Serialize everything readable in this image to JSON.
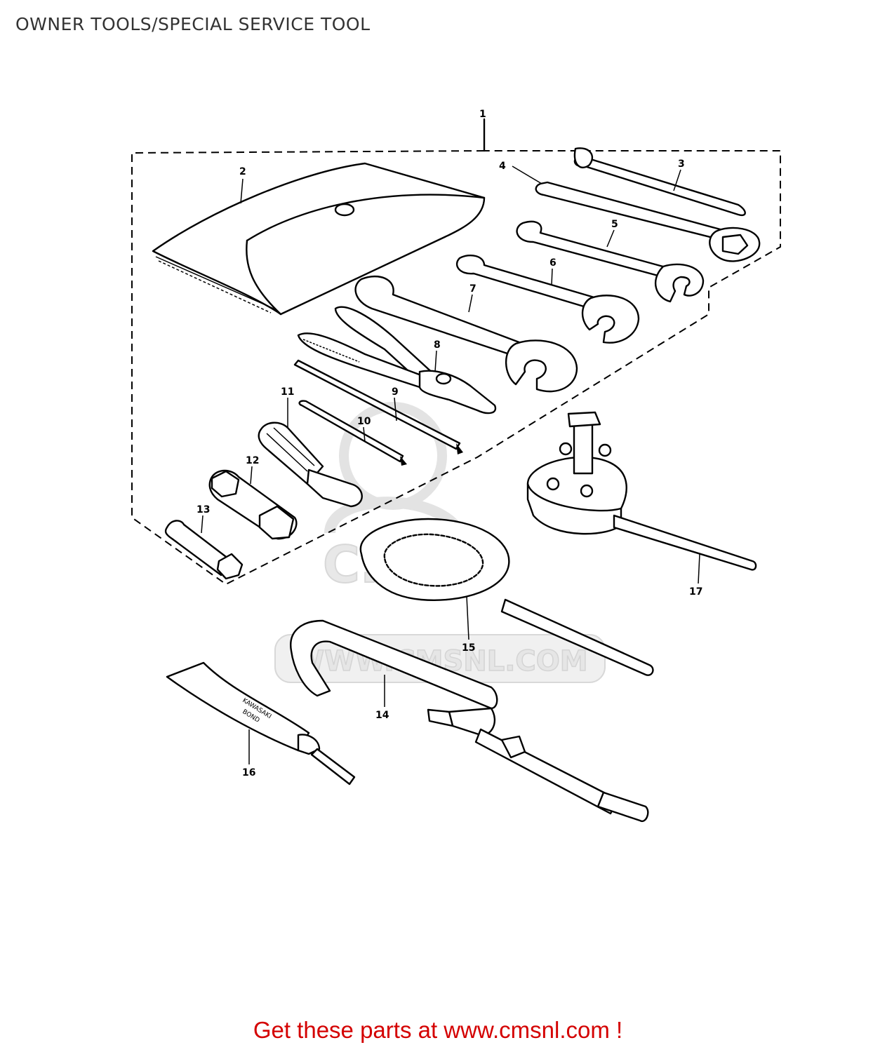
{
  "page": {
    "title": "OWNER TOOLS/SPECIAL SERVICE TOOL",
    "footer_cta": "Get these parts at www.cmsnl.com !"
  },
  "watermark": {
    "text": "WWW.CMSNL.COM"
  },
  "tube_print": {
    "line1": "KAWASAKI",
    "line2": "BOND"
  },
  "callouts": [
    {
      "ref": "1"
    },
    {
      "ref": "2"
    },
    {
      "ref": "3"
    },
    {
      "ref": "4"
    },
    {
      "ref": "5"
    },
    {
      "ref": "6"
    },
    {
      "ref": "7"
    },
    {
      "ref": "8"
    },
    {
      "ref": "9"
    },
    {
      "ref": "10"
    },
    {
      "ref": "11"
    },
    {
      "ref": "12"
    },
    {
      "ref": "13"
    },
    {
      "ref": "14"
    },
    {
      "ref": "15"
    },
    {
      "ref": "16"
    },
    {
      "ref": "17"
    }
  ],
  "colors": {
    "cta": "#d40000",
    "title": "#333333",
    "line": "#000000",
    "watermark": "#e0e0e0"
  }
}
